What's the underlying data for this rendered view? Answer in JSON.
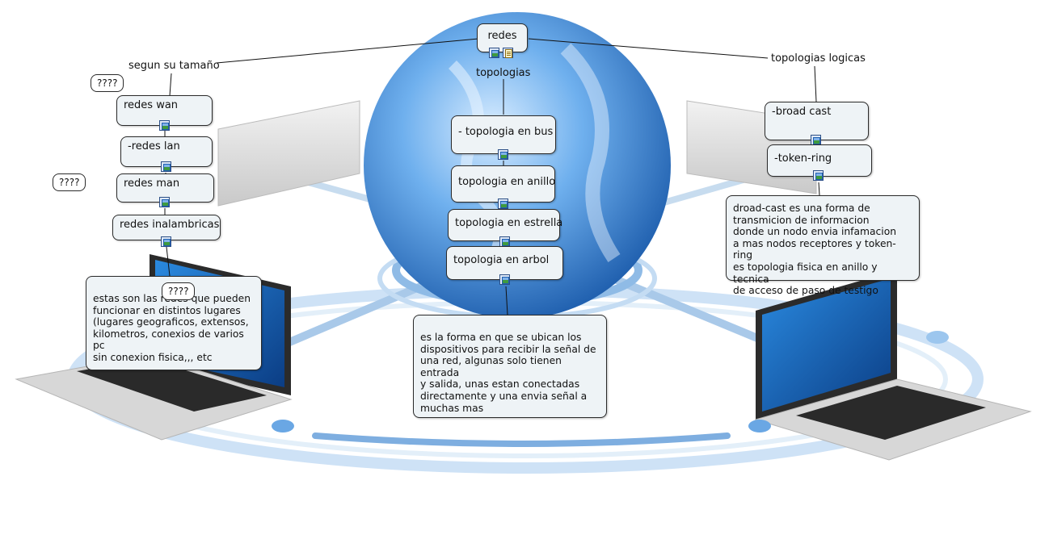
{
  "root": {
    "label": "redes"
  },
  "links": {
    "size": "segun su tamaño",
    "topologies": "topologias",
    "logical": "topologias logicas"
  },
  "size_nodes": [
    "redes wan",
    "-redes lan",
    "redes man",
    "redes inalambricas"
  ],
  "topology_nodes": [
    "- topologia en bus",
    "topologia en anillo",
    "topologia en estrella",
    "topologia en arbol"
  ],
  "logical_nodes": [
    "-broad cast",
    "-token-ring"
  ],
  "notes": {
    "size": "estas son las redes que pueden\nfuncionar en distintos lugares\n(lugares geograficos, extensos,\nkilometros, conexios de varios pc\nsin conexion fisica,,, etc",
    "topology": "es la forma en que se ubican los\ndispositivos para recibir la señal de\nuna red, algunas solo tienen entrada\ny salida, unas  estan  conectadas\ndirectamente y una envia señal a\nmuchas mas",
    "logical": "droad-cast es una forma de\ntransmicion de informacion\ndonde un nodo envia infamacion\na mas nodos receptores y token-ring\nes topologia fisica en anillo y tecnica\nde acceso de paso de testigo"
  },
  "questions": [
    "????",
    "????",
    "????"
  ],
  "colors": {
    "node_fill": "#eef3f6",
    "border": "#2a2a2a",
    "globe": "#3f8fd8"
  },
  "icons": [
    "image-icon",
    "note-icon"
  ]
}
